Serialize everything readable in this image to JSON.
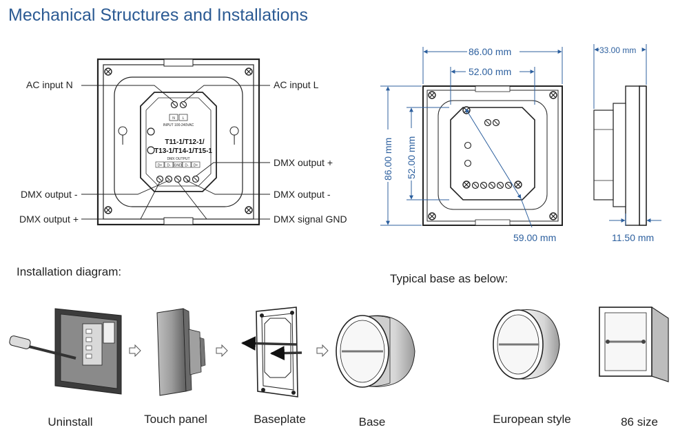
{
  "title": "Mechanical Structures and Installations",
  "wiring": {
    "ac_n": "AC input N",
    "ac_l": "AC input  L",
    "dmx_out_plus_right": "DMX output +",
    "dmx_out_minus_left": "DMX output -",
    "dmx_out_minus_right": "DMX output -",
    "dmx_out_plus_left": "DMX output +",
    "dmx_gnd": "DMX signal GND",
    "input_small": "INPUT  100-240VAC",
    "term_n": "N",
    "term_l": "L",
    "model_line1": "T11-1/T12-1/",
    "model_line2": "T13-1/T14-1/T15-1",
    "dmx_output_small": "DMX OUTPUT",
    "pins": [
      "D+",
      "D-",
      "GND",
      "D-",
      "D+"
    ]
  },
  "dimensions": {
    "width_outer": "86.00 mm",
    "width_inner": "52.00 mm",
    "height_outer": "86.00 mm",
    "height_inner": "52.00 mm",
    "diagonal": "59.00 mm",
    "depth_total": "33.00 mm",
    "thickness": "11.50 mm"
  },
  "installation": {
    "heading": "Installation diagram:",
    "steps": [
      "Uninstall",
      "Touch panel",
      "Baseplate",
      "Base"
    ]
  },
  "bases": {
    "heading": "Typical base as below:",
    "types": [
      "European style",
      "86 size"
    ]
  },
  "colors": {
    "title": "#2b5a93",
    "dimension": "#2c5f9e",
    "line": "#222222"
  }
}
